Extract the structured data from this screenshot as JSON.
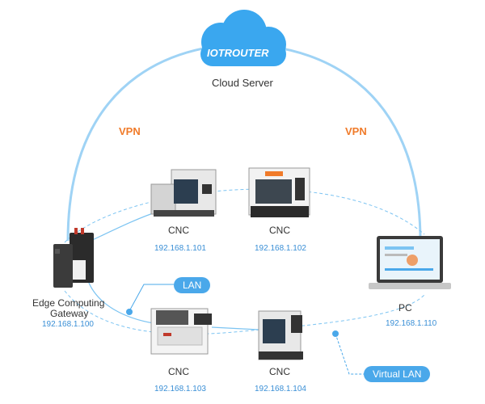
{
  "cloud": {
    "logo_text": "IOTROUTER",
    "label": "Cloud Server"
  },
  "vpn_left": "VPN",
  "vpn_right": "VPN",
  "gateway": {
    "label_line1": "Edge Computing",
    "label_line2": "Gateway",
    "ip": "192.168.1.100"
  },
  "cnc1": {
    "label": "CNC",
    "ip": "192.168.1.101"
  },
  "cnc2": {
    "label": "CNC",
    "ip": "192.168.1.102"
  },
  "cnc3": {
    "label": "CNC",
    "ip": "192.168.1.103"
  },
  "cnc4": {
    "label": "CNC",
    "ip": "192.168.1.104"
  },
  "pc": {
    "label": "PC",
    "ip": "192.168.1.110"
  },
  "lan_tag": "LAN",
  "virtual_lan_tag": "Virtual LAN",
  "colors": {
    "line": "#7cc4f2",
    "accent": "#4aa8ea",
    "vpn": "#f07b2a",
    "ip": "#3a8fd6"
  }
}
